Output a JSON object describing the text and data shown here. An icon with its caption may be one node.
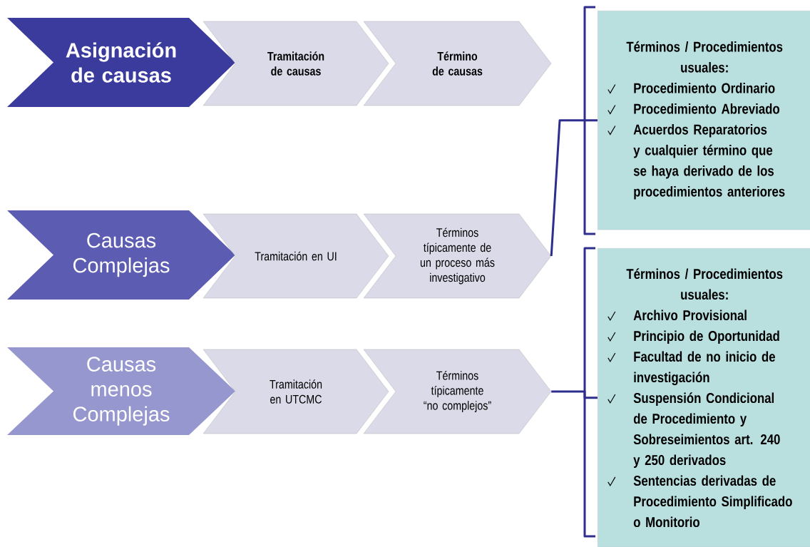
{
  "diagram": {
    "nodes": [
      {
        "text": [
          "Asignación de causas"
        ]
      },
      {
        "text": [
          "Tramitación de causas"
        ]
      },
      {
        "text": [
          "Término de causas"
        ]
      },
      {
        "text": [
          "Causas Complejas"
        ]
      },
      {
        "text": [
          "Tramitación en UI"
        ]
      },
      {
        "text": [
          "Términos típicamente de un proceso más investigativo"
        ]
      },
      {
        "text": [
          "Causas menos Complejas"
        ]
      },
      {
        "text": [
          "Tramitación en UTCMC"
        ]
      },
      {
        "text": [
          "Términos típicamente “no complejos”"
        ]
      },
      {
        "text": [
          "Términos / Procedimientos usuales:",
          "Procedimiento Ordinario",
          "Procedimiento Abreviado",
          "Acuerdos Reparatorios y cualquier término que se haya derivado de los procedimientos anteriores"
        ]
      },
      {
        "text": [
          "Términos / Procedimientos usuales:",
          "Archivo Provisional",
          "Principio de Oportunidad",
          "Facultad de no inicio de investigación",
          "Suspensión Condicional de Procedimiento y Sobreseimientos art. 240 y 250 derivados",
          "Sentencias derivadas de Procedimiento Simplificado o Monitorio"
        ]
      }
    ],
    "edges": [
      {
        "from": 5,
        "to": 9,
        "arrow": "none"
      },
      {
        "from": 8,
        "to": 10,
        "arrow": "none"
      }
    ]
  }
}
